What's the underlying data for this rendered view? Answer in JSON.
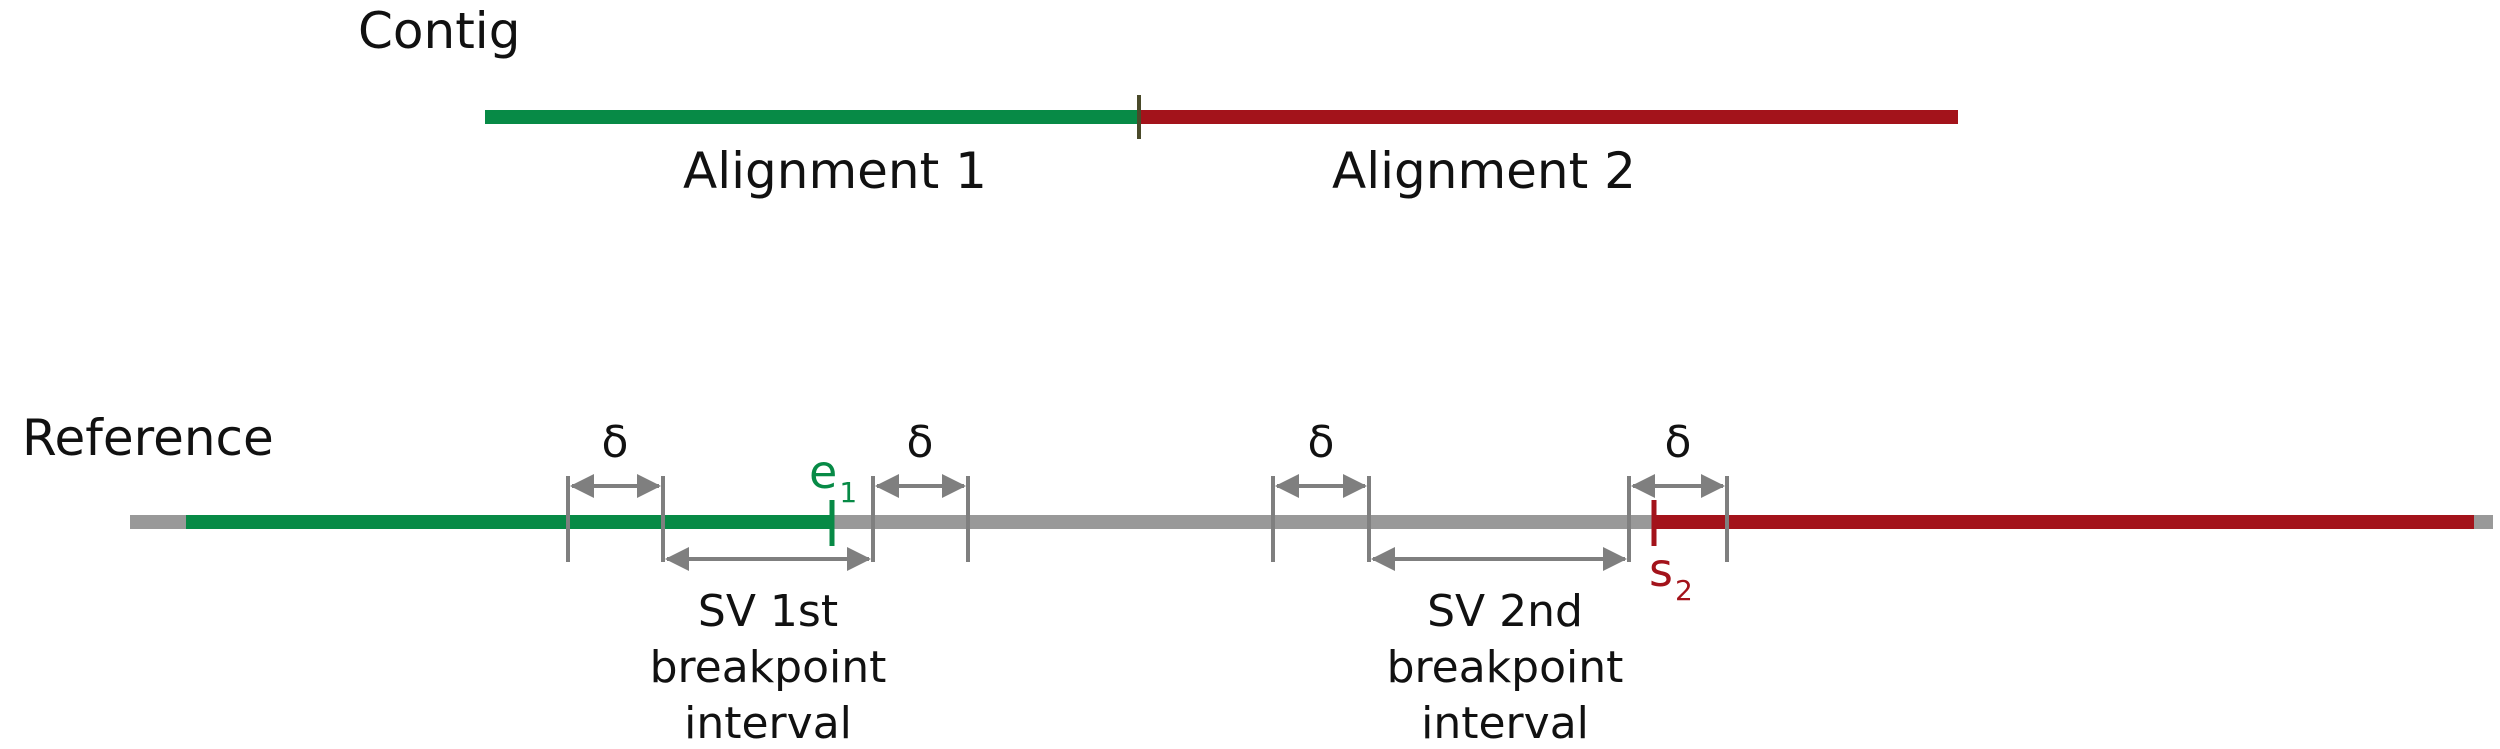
{
  "contig": {
    "title": "Contig",
    "alignment1_label": "Alignment 1",
    "alignment2_label": "Alignment 2"
  },
  "reference": {
    "title": "Reference",
    "delta": "δ",
    "e1": {
      "letter": "e",
      "sub": "1"
    },
    "s2": {
      "letter": "s",
      "sub": "2"
    },
    "interval1_lines": [
      "SV 1st",
      "breakpoint",
      "interval"
    ],
    "interval2_lines": [
      "SV 2nd",
      "breakpoint",
      "interval"
    ]
  },
  "colors": {
    "alignment1": "#078a46",
    "alignment2": "#a3131b",
    "reference": "#999999",
    "bracket": "#7f7f7f",
    "text": "#111111"
  }
}
